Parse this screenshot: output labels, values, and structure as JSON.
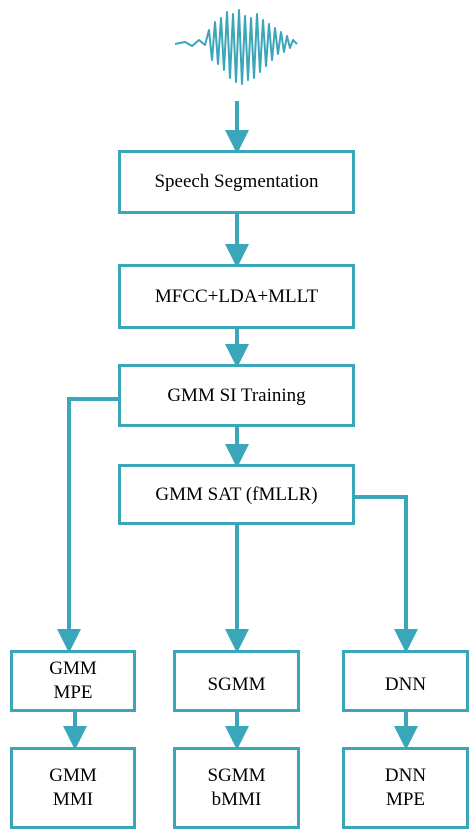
{
  "colors": {
    "accent": "#3aa6b9",
    "waveform": "#3aa6b9",
    "text": "#000000",
    "background": "#ffffff"
  },
  "icon": "speech-waveform-icon",
  "nodes": {
    "speech_segmentation": "Speech Segmentation",
    "mfcc": "MFCC+LDA+MLLT",
    "gmm_si": "GMM SI Training",
    "gmm_sat": "GMM SAT (fMLLR)",
    "gmm_mpe": "GMM\nMPE",
    "sgmm": "SGMM",
    "dnn": "DNN",
    "gmm_mmi": "GMM\nMMI",
    "sgmm_bmmi": "SGMM\nbMMI",
    "dnn_mpe": "DNN\nMPE"
  }
}
